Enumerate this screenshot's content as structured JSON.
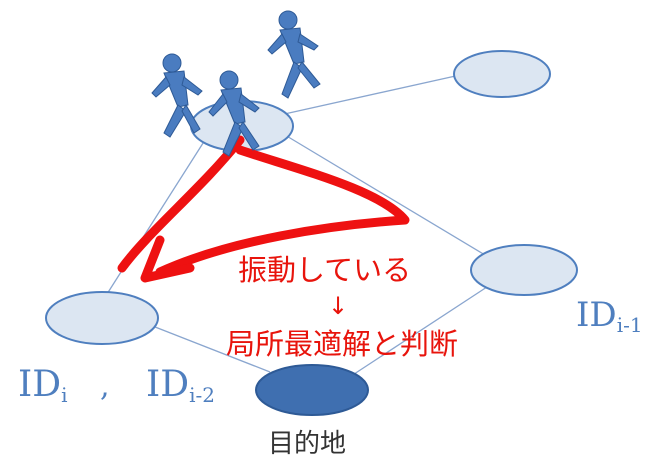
{
  "labels": {
    "id_i": "ID",
    "id_i_sub": "i",
    "separator": ",",
    "id_i2": "ID",
    "id_i2_sub": "i-2",
    "id_i1": "ID",
    "id_i1_sub": "i-1",
    "oscillating": "振動している",
    "arrow_down": "↓",
    "judgement": "局所最適解と判断",
    "destination": "目的地"
  },
  "colors": {
    "node_fill": "#dce6f2",
    "node_stroke": "#4f7fbf",
    "destination_fill": "#3f6fb0",
    "edge": "#8aa6cf",
    "path_red": "#ee1111",
    "runner": "#4a7cc0"
  },
  "icons": [
    "runner-icon",
    "runner-icon",
    "runner-icon"
  ]
}
